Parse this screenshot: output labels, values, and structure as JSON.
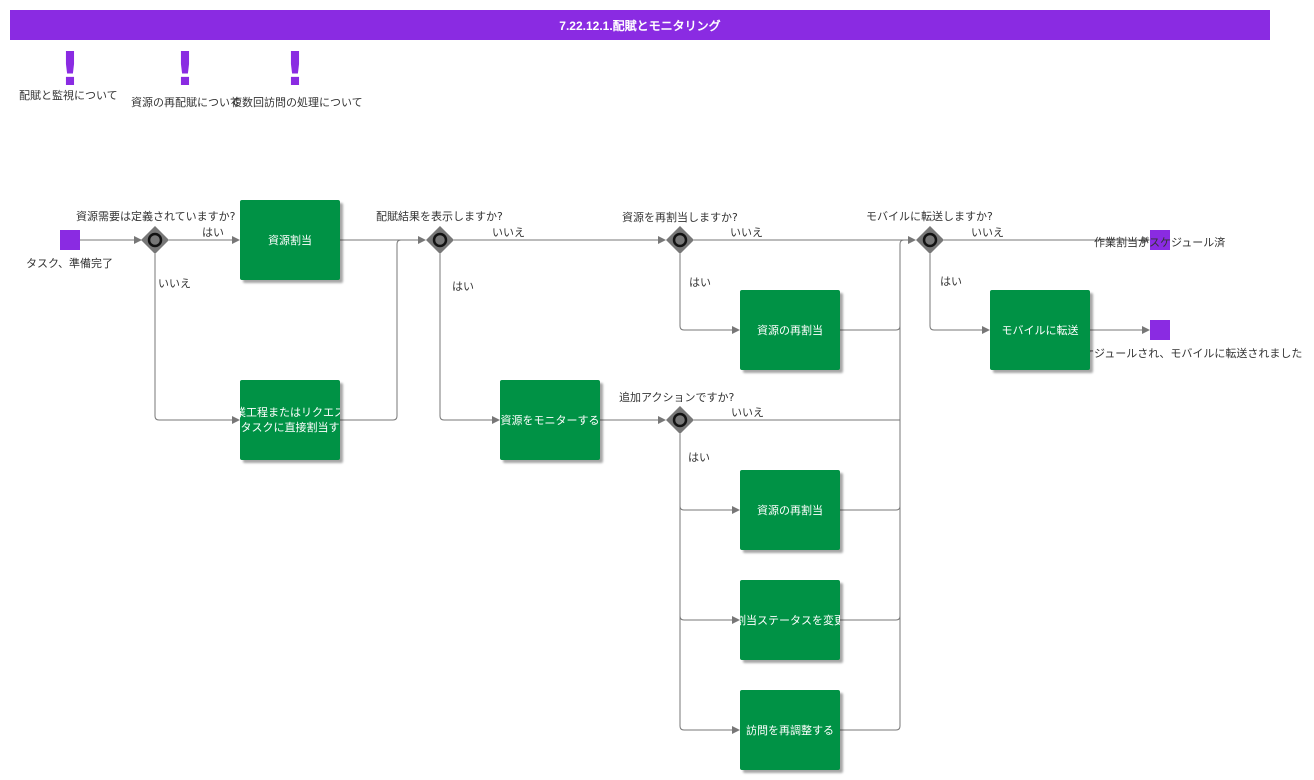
{
  "title": "7.22.12.1.配賦とモニタリング",
  "colors": {
    "title_bar": "#8a2be2",
    "task": "#009245",
    "gateway": "#777777",
    "event": "#8a2be2",
    "connector": "#777777"
  },
  "annotations": [
    {
      "icon": "exclamation-icon",
      "mark": "!",
      "label": "配賦と監視について"
    },
    {
      "icon": "exclamation-icon",
      "mark": "!",
      "label": "資源の再配賦について"
    },
    {
      "icon": "exclamation-icon",
      "mark": "!",
      "label": "複数回訪問の処理について"
    }
  ],
  "events": {
    "start": "タスク、準備完了",
    "end_scheduled": "作業割当がスケジュール済",
    "end_mobile": "作業割当がスケジュールされ、モバイルに転送されました"
  },
  "gateways": [
    "資源需要は定義されていますか?",
    "配賦結果を表示しますか?",
    "資源を再割当しますか?",
    "モバイルに転送しますか?",
    "追加アクションですか?"
  ],
  "tasks": {
    "allocate": "資源割当",
    "direct_line1": "作業工程またはリクエスト",
    "direct_line2": "のタスクに直接割当する",
    "reassign_1": "資源の再割当",
    "monitor": "資源をモニターする",
    "mobile": "モバイルに転送",
    "reassign_2": "資源の再割当",
    "change_status": "割当ステータスを変更",
    "reschedule": "訪問を再調整する"
  },
  "flow_labels": {
    "yes": "はい",
    "no": "いいえ"
  }
}
